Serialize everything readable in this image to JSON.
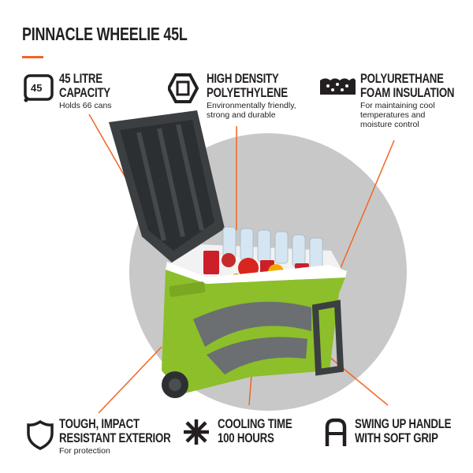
{
  "title": "PINNACLE WHEELIE 45L",
  "colors": {
    "accent": "#f26522",
    "circle": "#c8c8c8",
    "body_green": "#8cbf2a",
    "lid": "#3b3f42"
  },
  "features": [
    {
      "icon": "capacity-icon",
      "icon_text": "45",
      "line1": "45 LITRE",
      "line2": "CAPACITY",
      "sub": [
        "Holds 66 cans"
      ]
    },
    {
      "icon": "hexagon-icon",
      "line1": "HIGH DENSITY",
      "line2": "POLYETHYLENE",
      "sub": [
        "Environmentally friendly,",
        "strong and durable"
      ]
    },
    {
      "icon": "foam-icon",
      "line1": "POLYURETHANE",
      "line2": "FOAM INSULATION",
      "sub": [
        "For maintaining cool",
        "temperatures and",
        "moisture control"
      ]
    },
    {
      "icon": "shield-icon",
      "line1": "TOUGH, IMPACT",
      "line2": "RESISTANT EXTERIOR",
      "sub": [
        "For protection"
      ]
    },
    {
      "icon": "snowflake-icon",
      "line1": "COOLING TIME",
      "line2": "100 HOURS",
      "sub": []
    },
    {
      "icon": "handle-icon",
      "line1": "SWING UP HANDLE",
      "line2": "WITH SOFT GRIP",
      "sub": []
    }
  ]
}
